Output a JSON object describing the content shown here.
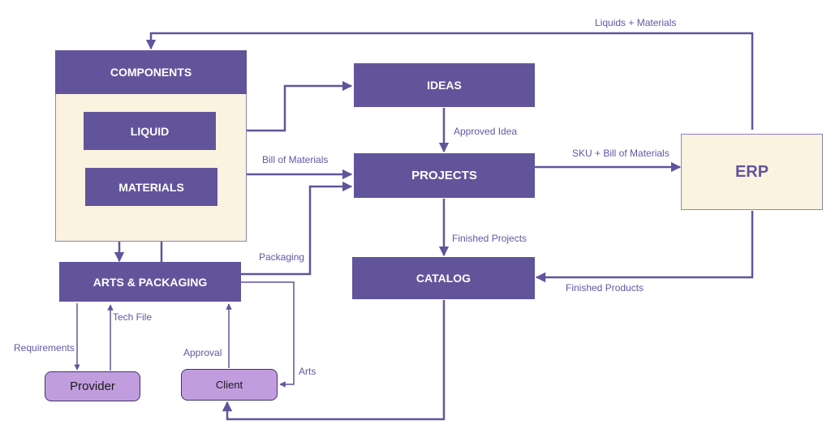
{
  "colors": {
    "primary": "#62549b",
    "cream": "#fbf3df",
    "lavender": "#c19de0",
    "label": "#6456a4"
  },
  "nodes": {
    "components": "COMPONENTS",
    "liquid": "LIQUID",
    "materials": "MATERIALS",
    "arts_packaging": "ARTS & PACKAGING",
    "ideas": "IDEAS",
    "projects": "PROJECTS",
    "catalog": "CATALOG",
    "erp": "ERP",
    "provider": "Provider",
    "client": "Client"
  },
  "edges": [
    {
      "from": "ERP",
      "to": "COMPONENTS",
      "label": "Liquids + Materials"
    },
    {
      "from": "LIQUID",
      "to": "IDEAS",
      "label": ""
    },
    {
      "from": "IDEAS",
      "to": "PROJECTS",
      "label": "Approved Idea"
    },
    {
      "from": "MATERIALS",
      "to": "PROJECTS",
      "label": "Bill of Materials"
    },
    {
      "from": "PROJECTS",
      "to": "ERP",
      "label": "SKU + Bill of Materials"
    },
    {
      "from": "ARTS & PACKAGING",
      "to": "PROJECTS",
      "label": "Packaging"
    },
    {
      "from": "PROJECTS",
      "to": "CATALOG",
      "label": "Finished Projects"
    },
    {
      "from": "ERP",
      "to": "CATALOG",
      "label": "Finished Products"
    },
    {
      "from": "MATERIALS",
      "to": "ARTS & PACKAGING",
      "label": ""
    },
    {
      "from": "ARTS & PACKAGING",
      "to": "MATERIALS",
      "label": ""
    },
    {
      "from": "ARTS & PACKAGING",
      "to": "Provider",
      "label": "Requirements"
    },
    {
      "from": "Provider",
      "to": "ARTS & PACKAGING",
      "label": "Tech File"
    },
    {
      "from": "Client",
      "to": "ARTS & PACKAGING",
      "label": "Approval"
    },
    {
      "from": "ARTS & PACKAGING",
      "to": "Client",
      "label": "Arts"
    },
    {
      "from": "CATALOG",
      "to": "Client",
      "label": ""
    }
  ]
}
